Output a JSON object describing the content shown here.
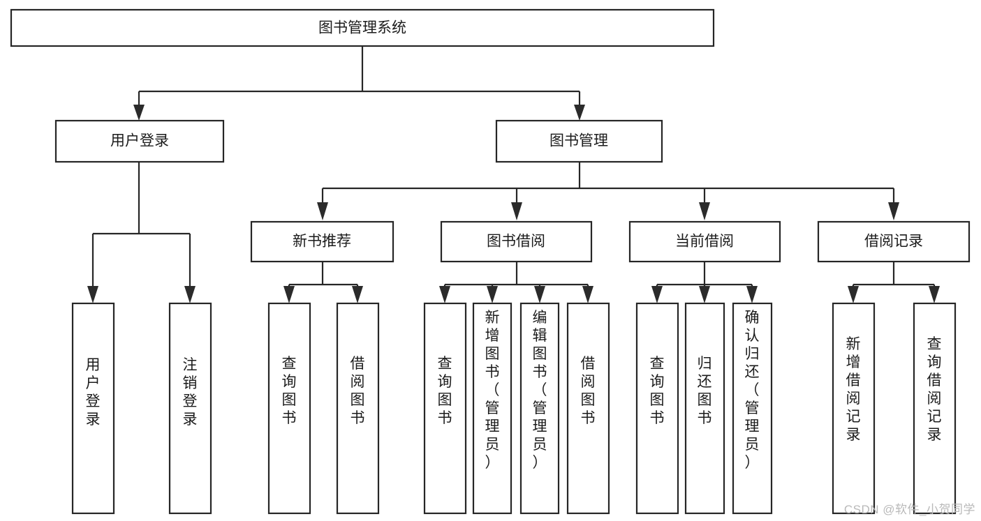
{
  "diagram": {
    "type": "tree",
    "title": "图书管理系统",
    "orientation": "top-down",
    "levels": 4,
    "colors": {
      "box_stroke": "#262626",
      "box_fill": "#ffffff",
      "connector": "#262626",
      "text": "#1b1b1b",
      "watermark": "#b9b9b9"
    },
    "root": {
      "id": "root",
      "label": "图书管理系统",
      "orientation": "horizontal"
    },
    "level2": [
      {
        "id": "user-login",
        "label": "用户登录",
        "orientation": "horizontal"
      },
      {
        "id": "book-manage",
        "label": "图书管理",
        "orientation": "horizontal"
      }
    ],
    "level3": [
      {
        "id": "new-book-recommend",
        "label": "新书推荐",
        "parent": "book-manage",
        "orientation": "horizontal"
      },
      {
        "id": "book-borrow",
        "label": "图书借阅",
        "parent": "book-manage",
        "orientation": "horizontal"
      },
      {
        "id": "current-borrow",
        "label": "当前借阅",
        "parent": "book-manage",
        "orientation": "horizontal"
      },
      {
        "id": "borrow-record",
        "label": "借阅记录",
        "parent": "book-manage",
        "orientation": "horizontal"
      }
    ],
    "leaves": [
      {
        "id": "leaf-user-login",
        "label": "用户登录",
        "parent": "user-login",
        "orientation": "vertical"
      },
      {
        "id": "leaf-logout-login",
        "label": "注销登录",
        "parent": "user-login",
        "orientation": "vertical"
      },
      {
        "id": "leaf-query-book-1",
        "label": "查询图书",
        "parent": "new-book-recommend",
        "orientation": "vertical"
      },
      {
        "id": "leaf-borrow-book-1",
        "label": "借阅图书",
        "parent": "new-book-recommend",
        "orientation": "vertical"
      },
      {
        "id": "leaf-query-book-2",
        "label": "查询图书",
        "parent": "book-borrow",
        "orientation": "vertical"
      },
      {
        "id": "leaf-add-book",
        "label": "新增图书（管理员）",
        "parent": "book-borrow",
        "orientation": "vertical"
      },
      {
        "id": "leaf-edit-book",
        "label": "编辑图书（管理员）",
        "parent": "book-borrow",
        "orientation": "vertical"
      },
      {
        "id": "leaf-borrow-book-2",
        "label": "借阅图书",
        "parent": "book-borrow",
        "orientation": "vertical"
      },
      {
        "id": "leaf-query-book-3",
        "label": "查询图书",
        "parent": "current-borrow",
        "orientation": "vertical"
      },
      {
        "id": "leaf-return-book",
        "label": "归还图书",
        "parent": "current-borrow",
        "orientation": "vertical"
      },
      {
        "id": "leaf-confirm-return",
        "label": "确认归还（管理员）",
        "parent": "current-borrow",
        "orientation": "vertical"
      },
      {
        "id": "leaf-add-record",
        "label": "新增借阅记录",
        "parent": "borrow-record",
        "orientation": "vertical"
      },
      {
        "id": "leaf-query-record",
        "label": "查询借阅记录",
        "parent": "borrow-record",
        "orientation": "vertical"
      }
    ]
  },
  "watermark": {
    "text": "CSDN @软件_小贺同学"
  }
}
